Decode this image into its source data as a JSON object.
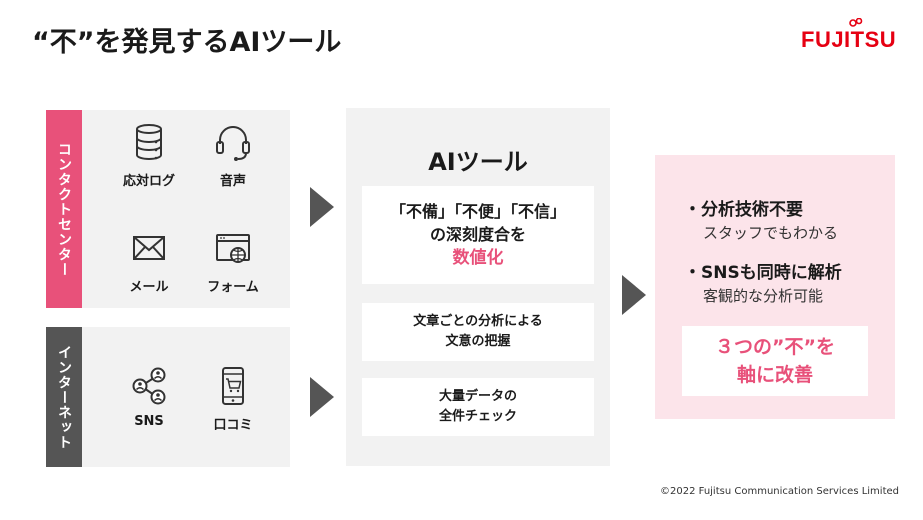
{
  "title": "“不”を発見するAIツール",
  "logo": {
    "text": "FUJITSU",
    "color": "#e60012"
  },
  "colors": {
    "accent": "#e8517a",
    "dark": "#555555",
    "panel": "#f2f2f2",
    "pink_bg": "#fce4ea"
  },
  "sources": {
    "contact_center": {
      "label": "コンタクトセンター",
      "items": [
        {
          "label": "応対ログ",
          "icon": "database-icon"
        },
        {
          "label": "音声",
          "icon": "headset-icon"
        },
        {
          "label": "メール",
          "icon": "envelope-icon"
        },
        {
          "label": "フォーム",
          "icon": "web-form-icon"
        }
      ]
    },
    "internet": {
      "label": "インターネット",
      "items": [
        {
          "label": "SNS",
          "icon": "network-people-icon"
        },
        {
          "label": "口コミ",
          "icon": "smartphone-cart-icon"
        }
      ]
    }
  },
  "ai_tool": {
    "title": "AIツール",
    "box1": {
      "line1": "「不備」「不便」「不信」",
      "line2": "の深刻度合を",
      "line3": "数値化"
    },
    "box2": {
      "line1": "文章ごとの分析による",
      "line2": "文意の把握"
    },
    "box3": {
      "line1": "大量データの",
      "line2": "全件チェック"
    }
  },
  "benefits": {
    "b1": {
      "heading": "・分析技術不要",
      "sub": "スタッフでもわかる"
    },
    "b2": {
      "heading": "・SNSも同時に解析",
      "sub": "客観的な分析可能"
    },
    "result": {
      "line1": "３つの”不”を",
      "line2": "軸に改善"
    }
  },
  "copyright": "©2022 Fujitsu Communication Services Limited"
}
